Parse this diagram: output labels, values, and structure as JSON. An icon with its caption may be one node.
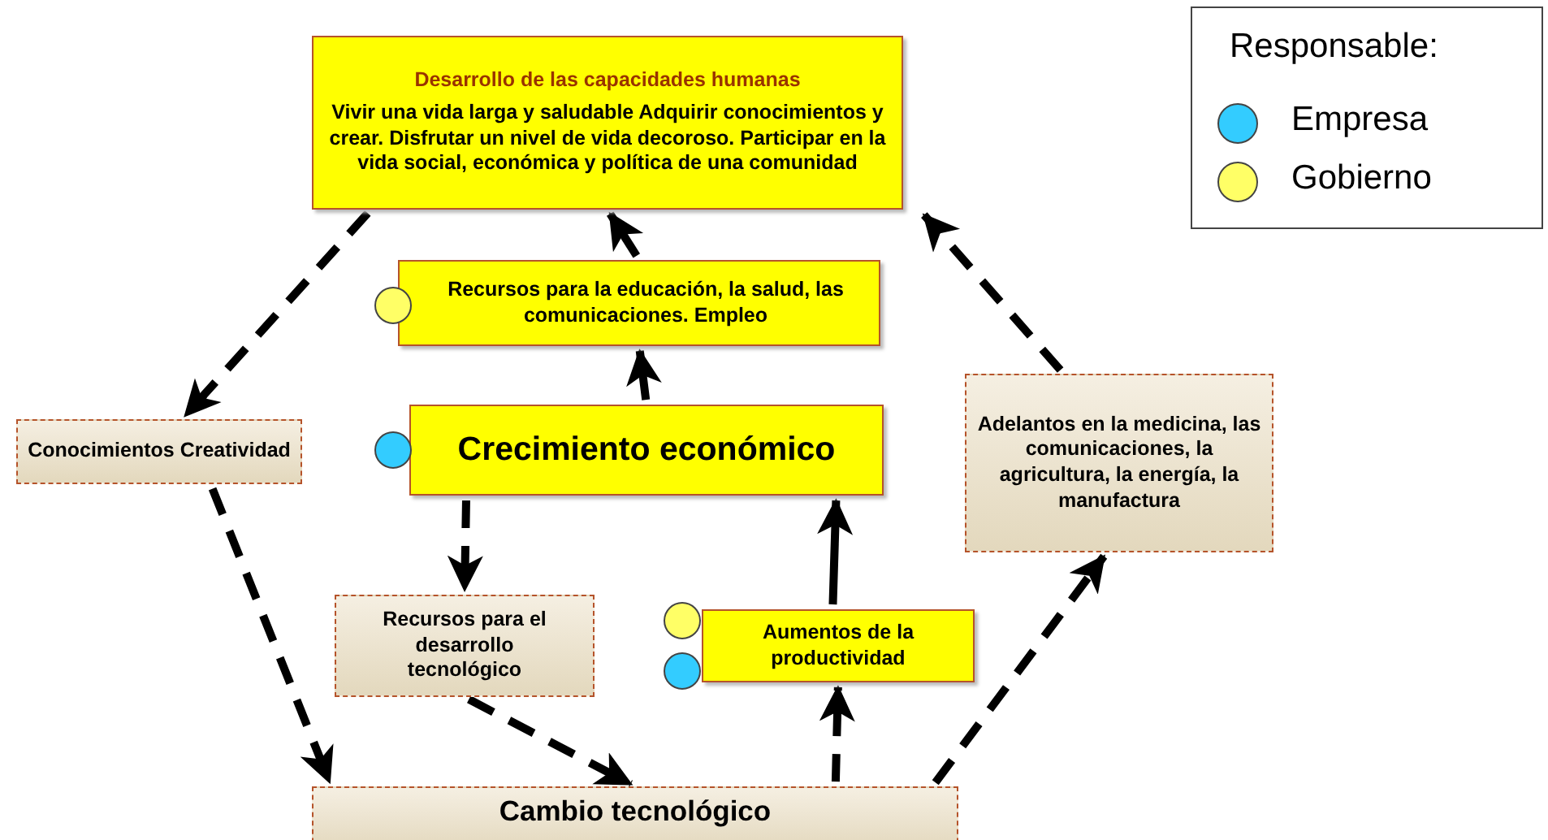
{
  "diagram": {
    "nodes": [
      {
        "text": [
          "Desarrollo de las capacidades humanas",
          "Vivir una vida larga y saludable Adquirir conocimientos y crear. Disfrutar un nivel de vida decoroso. Participar en la vida social, económica y política de una comunidad"
        ]
      },
      {
        "text": [
          "Recursos para la educación, la salud, las comunicaciones. Empleo"
        ]
      },
      {
        "text": [
          "Crecimiento económico"
        ]
      },
      {
        "text": [
          "Conocimientos Creatividad"
        ]
      },
      {
        "text": [
          "Recursos para el desarrollo tecnológico"
        ]
      },
      {
        "text": [
          "Aumentos de la productividad"
        ]
      },
      {
        "text": [
          "Cambio tecnológico"
        ]
      },
      {
        "text": [
          "Adelantos en la medicina, las comunicaciones, la agricultura, la energía, la manufactura"
        ]
      }
    ],
    "edges": [
      {
        "from": 1,
        "to": 0,
        "arrow": "to"
      },
      {
        "from": 2,
        "to": 1,
        "arrow": "to"
      },
      {
        "from": 0,
        "to": 3,
        "arrow": "to",
        "style": "dashed"
      },
      {
        "from": 3,
        "to": 6,
        "arrow": "to",
        "style": "dashed"
      },
      {
        "from": 2,
        "to": 4,
        "arrow": "to",
        "style": "dashed"
      },
      {
        "from": 4,
        "to": 6,
        "arrow": "to",
        "style": "dashed"
      },
      {
        "from": 6,
        "to": 5,
        "arrow": "to",
        "style": "dashed"
      },
      {
        "from": 5,
        "to": 2,
        "arrow": "to"
      },
      {
        "from": 6,
        "to": 7,
        "arrow": "to",
        "style": "dashed"
      },
      {
        "from": 7,
        "to": 0,
        "arrow": "to",
        "style": "dashed"
      }
    ],
    "labels": [
      "Responsable:"
    ],
    "legend": [
      {
        "text": "Empresa",
        "color": "#33ccff"
      },
      {
        "text": "Gobierno",
        "color": "#ffff66"
      }
    ]
  }
}
